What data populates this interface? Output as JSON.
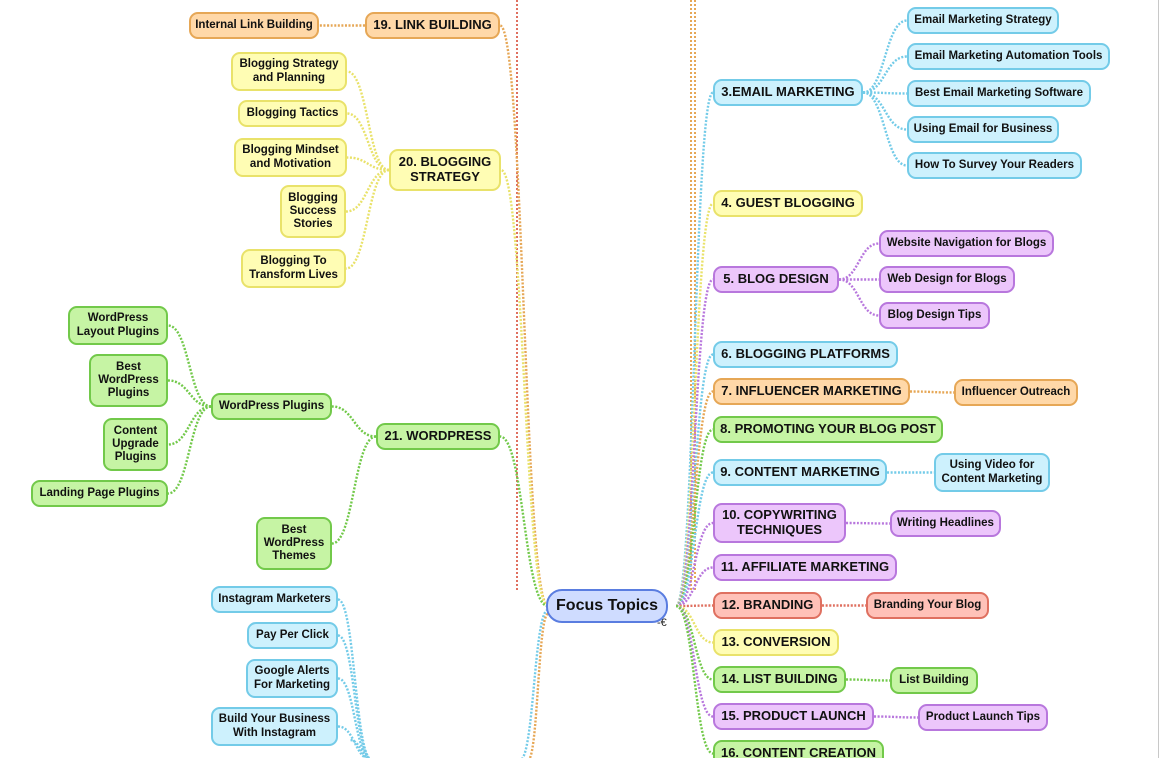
{
  "center": {
    "label": "Focus Topics",
    "color": "blue"
  },
  "collapse_symbol": "-€",
  "colors": {
    "yellow": "#e9e26a",
    "orange": "#e6a756",
    "green": "#72c94a",
    "cyan": "#73cbe8",
    "purple": "#b877dd",
    "red": "#df7060",
    "blue": "#5a7de0"
  },
  "nodes": [
    {
      "id": "n19",
      "label": "19. LINK BUILDING",
      "kind": "branch",
      "color": "orange",
      "parent": "center"
    },
    {
      "id": "n19a",
      "label": "Internal Link Building",
      "kind": "leaf",
      "color": "orange",
      "parent": "n19"
    },
    {
      "id": "n20",
      "label": "20. BLOGGING\nSTRATEGY",
      "kind": "branch",
      "color": "yellow",
      "parent": "center"
    },
    {
      "id": "n20a",
      "label": "Blogging Strategy\nand Planning",
      "kind": "leaf",
      "color": "yellow",
      "parent": "n20"
    },
    {
      "id": "n20b",
      "label": "Blogging Tactics",
      "kind": "leaf",
      "color": "yellow",
      "parent": "n20"
    },
    {
      "id": "n20c",
      "label": "Blogging Mindset\nand Motivation",
      "kind": "leaf",
      "color": "yellow",
      "parent": "n20"
    },
    {
      "id": "n20d",
      "label": "Blogging\nSuccess\nStories",
      "kind": "leaf",
      "color": "yellow",
      "parent": "n20"
    },
    {
      "id": "n20e",
      "label": "Blogging To\nTransform Lives",
      "kind": "leaf",
      "color": "yellow",
      "parent": "n20"
    },
    {
      "id": "n21",
      "label": "21. WORDPRESS",
      "kind": "branch",
      "color": "green",
      "parent": "center"
    },
    {
      "id": "n21p",
      "label": "WordPress Plugins",
      "kind": "leaf",
      "color": "green",
      "parent": "n21"
    },
    {
      "id": "n21p1",
      "label": "WordPress\nLayout Plugins",
      "kind": "leaf",
      "color": "green",
      "parent": "n21p"
    },
    {
      "id": "n21p2",
      "label": "Best\nWordPress\nPlugins",
      "kind": "leaf",
      "color": "green",
      "parent": "n21p"
    },
    {
      "id": "n21p3",
      "label": "Content\nUpgrade\nPlugins",
      "kind": "leaf",
      "color": "green",
      "parent": "n21p"
    },
    {
      "id": "n21p4",
      "label": "Landing Page Plugins",
      "kind": "leaf",
      "color": "green",
      "parent": "n21p"
    },
    {
      "id": "n21t",
      "label": "Best\nWordPress\nThemes",
      "kind": "leaf",
      "color": "green",
      "parent": "n21"
    },
    {
      "id": "n22a",
      "label": "Instagram Marketers",
      "kind": "leaf",
      "color": "cyan",
      "parent": "offscreen"
    },
    {
      "id": "n22b",
      "label": "Pay Per Click",
      "kind": "leaf",
      "color": "cyan",
      "parent": "offscreen"
    },
    {
      "id": "n22c",
      "label": "Google Alerts\nFor Marketing",
      "kind": "leaf",
      "color": "cyan",
      "parent": "offscreen"
    },
    {
      "id": "n22d",
      "label": "Build Your Business\nWith Instagram",
      "kind": "leaf",
      "color": "cyan",
      "parent": "offscreen"
    },
    {
      "id": "n3",
      "label": "3.EMAIL MARKETING",
      "kind": "branch",
      "color": "cyan",
      "parent": "center"
    },
    {
      "id": "n3a",
      "label": "Email Marketing Strategy",
      "kind": "leaf",
      "color": "cyan",
      "parent": "n3"
    },
    {
      "id": "n3b",
      "label": "Email Marketing Automation Tools",
      "kind": "leaf",
      "color": "cyan",
      "parent": "n3"
    },
    {
      "id": "n3c",
      "label": "Best Email Marketing Software",
      "kind": "leaf",
      "color": "cyan",
      "parent": "n3"
    },
    {
      "id": "n3d",
      "label": "Using Email for Business",
      "kind": "leaf",
      "color": "cyan",
      "parent": "n3"
    },
    {
      "id": "n3e",
      "label": "How To Survey Your Readers",
      "kind": "leaf",
      "color": "cyan",
      "parent": "n3"
    },
    {
      "id": "n4",
      "label": "4. GUEST BLOGGING",
      "kind": "branch",
      "color": "yellow",
      "parent": "center"
    },
    {
      "id": "n5",
      "label": "5. BLOG DESIGN",
      "kind": "branch",
      "color": "purple",
      "parent": "center"
    },
    {
      "id": "n5a",
      "label": "Website Navigation for Blogs",
      "kind": "leaf",
      "color": "purple",
      "parent": "n5"
    },
    {
      "id": "n5b",
      "label": "Web Design for Blogs",
      "kind": "leaf",
      "color": "purple",
      "parent": "n5"
    },
    {
      "id": "n5c",
      "label": "Blog Design Tips",
      "kind": "leaf",
      "color": "purple",
      "parent": "n5"
    },
    {
      "id": "n6",
      "label": "6. BLOGGING PLATFORMS",
      "kind": "branch",
      "color": "cyan",
      "parent": "center"
    },
    {
      "id": "n7",
      "label": "7. INFLUENCER MARKETING",
      "kind": "branch",
      "color": "orange",
      "parent": "center"
    },
    {
      "id": "n7a",
      "label": "Influencer Outreach",
      "kind": "leaf",
      "color": "orange",
      "parent": "n7"
    },
    {
      "id": "n8",
      "label": "8. PROMOTING YOUR BLOG POST",
      "kind": "branch",
      "color": "green",
      "parent": "center"
    },
    {
      "id": "n9",
      "label": "9. CONTENT MARKETING",
      "kind": "branch",
      "color": "cyan",
      "parent": "center"
    },
    {
      "id": "n9a",
      "label": "Using Video for\nContent Marketing",
      "kind": "leaf",
      "color": "cyan",
      "parent": "n9"
    },
    {
      "id": "n10",
      "label": "10. COPYWRITING\nTECHNIQUES",
      "kind": "branch",
      "color": "purple",
      "parent": "center"
    },
    {
      "id": "n10a",
      "label": "Writing Headlines",
      "kind": "leaf",
      "color": "purple",
      "parent": "n10"
    },
    {
      "id": "n11",
      "label": "11. AFFILIATE MARKETING",
      "kind": "branch",
      "color": "purple",
      "parent": "center"
    },
    {
      "id": "n12",
      "label": "12. BRANDING",
      "kind": "branch",
      "color": "red",
      "parent": "center"
    },
    {
      "id": "n12a",
      "label": "Branding Your Blog",
      "kind": "leaf",
      "color": "red",
      "parent": "n12"
    },
    {
      "id": "n13",
      "label": "13. CONVERSION",
      "kind": "branch",
      "color": "yellow",
      "parent": "center"
    },
    {
      "id": "n14",
      "label": "14. LIST BUILDING",
      "kind": "branch",
      "color": "green",
      "parent": "center"
    },
    {
      "id": "n14a",
      "label": "List Building",
      "kind": "leaf",
      "color": "green",
      "parent": "n14"
    },
    {
      "id": "n15",
      "label": "15. PRODUCT LAUNCH",
      "kind": "branch",
      "color": "purple",
      "parent": "center"
    },
    {
      "id": "n15a",
      "label": "Product Launch Tips",
      "kind": "leaf",
      "color": "purple",
      "parent": "n15"
    },
    {
      "id": "n16",
      "label": "16. CONTENT CREATION",
      "kind": "branch",
      "color": "green",
      "parent": "center"
    }
  ]
}
